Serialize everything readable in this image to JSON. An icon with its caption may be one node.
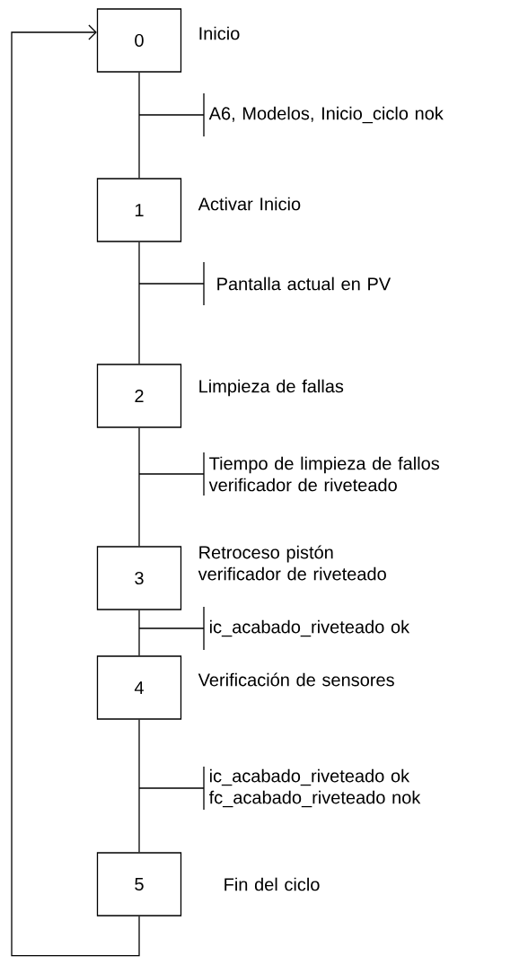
{
  "diagram": {
    "nodes": [
      {
        "text": [
          "0"
        ],
        "beside": [
          "Inicio"
        ]
      },
      {
        "text": [
          "1"
        ],
        "beside": [
          "Activar Inicio"
        ]
      },
      {
        "text": [
          "2"
        ],
        "beside": [
          "Limpieza de fallas"
        ]
      },
      {
        "text": [
          "3"
        ],
        "beside": [
          "Retroceso pistón verificador de riveteado"
        ]
      },
      {
        "text": [
          "4"
        ],
        "beside": [
          "Verificación de sensores"
        ]
      },
      {
        "text": [
          "5"
        ],
        "beside": [
          "Fin del ciclo"
        ]
      }
    ],
    "edges": [
      {
        "from": 0,
        "to": 1,
        "arrow": "none",
        "label": "A6, Modelos, Inicio_ciclo nok"
      },
      {
        "from": 1,
        "to": 2,
        "arrow": "none",
        "label": "Pantalla actual en PV"
      },
      {
        "from": 2,
        "to": 3,
        "arrow": "none",
        "label": "Tiempo de limpieza de fallos verificador de riveteado"
      },
      {
        "from": 3,
        "to": 4,
        "arrow": "none",
        "label": "ic_acabado_riveteado ok"
      },
      {
        "from": 4,
        "to": 5,
        "arrow": "none",
        "label": "ic_acabado_riveteado ok fc_acabado_riveteado nok"
      },
      {
        "from": 5,
        "to": 0,
        "arrow": "to"
      }
    ]
  }
}
